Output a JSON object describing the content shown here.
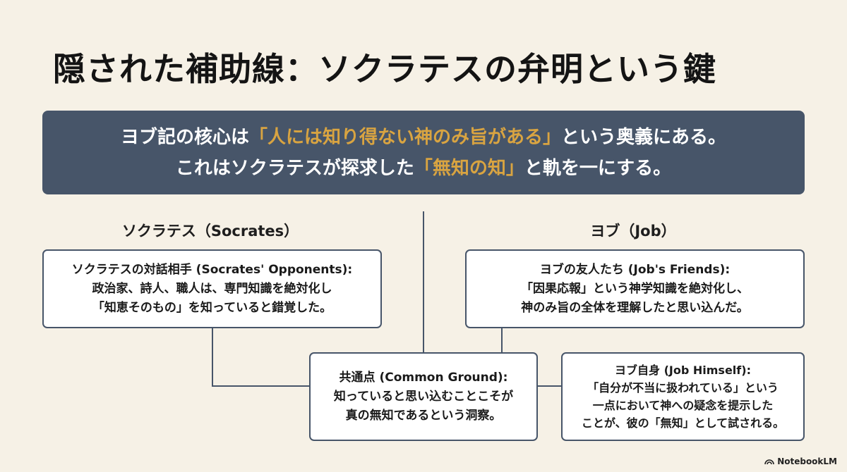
{
  "title": "隠された補助線：ソクラテスの弁明という鍵",
  "banner": {
    "line1_pre": "ヨブ記の核心は",
    "line1_hl": "「人には知り得ない神のみ旨がある」",
    "line1_post": "という奥義にある。",
    "line2_pre": "これはソクラテスが探求した",
    "line2_hl": "「無知の知」",
    "line2_post": "と軌を一にする。"
  },
  "columns": {
    "left_heading": "ソクラテス（Socrates）",
    "right_heading": "ヨブ（Job）"
  },
  "boxes": {
    "socrates_opponents": {
      "heading": "ソクラテスの対話相手 (Socrates' Opponents):",
      "line1": "政治家、詩人、職人は、専門知識を絶対化し",
      "line2": "「知恵そのもの」を知っていると錯覚した。"
    },
    "jobs_friends": {
      "heading": "ヨブの友人たち (Job's Friends):",
      "line1": "「因果応報」という神学知識を絶対化し、",
      "line2": "神のみ旨の全体を理解したと思い込んだ。"
    },
    "common_ground": {
      "heading": "共通点 (Common Ground):",
      "line1": "知っていると思い込むことこそが",
      "line2": "真の無知であるという洞察。"
    },
    "job_himself": {
      "heading": "ヨブ自身 (Job Himself):",
      "line1": "「自分が不当に扱われている」という",
      "line2": "一点において神への疑念を提示した",
      "line3": "ことが、彼の「無知」として試される。"
    }
  },
  "footer": {
    "logo_icon": "notebooklm-logo-icon",
    "label": "NotebookLM"
  },
  "colors": {
    "background": "#f6f1e6",
    "banner": "#475569",
    "highlight": "#d9a441",
    "border": "#475569"
  }
}
